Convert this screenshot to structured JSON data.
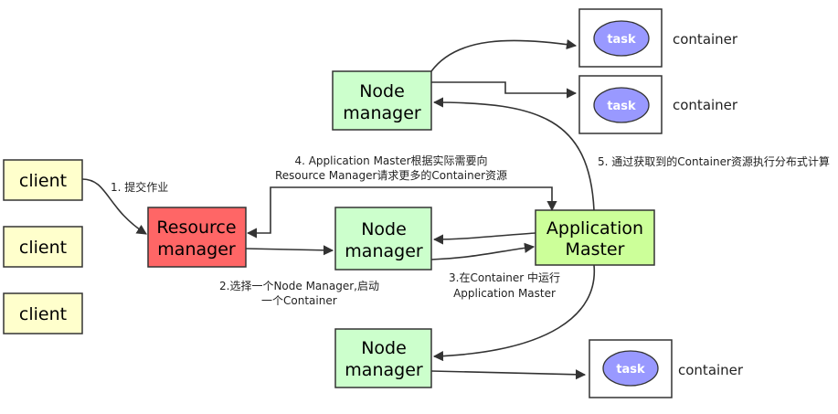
{
  "nodes": {
    "client_1": "client",
    "client_2": "client",
    "client_3": "client",
    "resource_manager": [
      "Resource",
      "manager"
    ],
    "node_manager_top": [
      "Node",
      "manager"
    ],
    "node_manager_middle": [
      "Node",
      "manager"
    ],
    "node_manager_bottom": [
      "Node",
      "manager"
    ],
    "application_master": [
      "Application",
      "Master"
    ],
    "task_1": "task",
    "task_2": "task",
    "task_3": "task"
  },
  "container_labels": {
    "top": "container",
    "middle": "container",
    "bottom": "container"
  },
  "annotations": {
    "step1": "1. 提交作业",
    "step2": [
      "2.选择一个Node Manager,启动",
      "一个Container"
    ],
    "step3": [
      "3.在Container 中运行",
      "Application Master"
    ],
    "step4": [
      "4. Application Master根据实际需要向",
      "Resource Manager请求更多的Container资源"
    ],
    "step5": "5. 通过获取到的Container资源执行分布式计算"
  },
  "colors": {
    "client_fill": "#ffffcc",
    "resource_manager_fill": "#ff6666",
    "node_manager_fill": "#ccffcc",
    "application_master_fill": "#ccff99",
    "task_fill": "#9999ff",
    "stroke": "#333333"
  }
}
